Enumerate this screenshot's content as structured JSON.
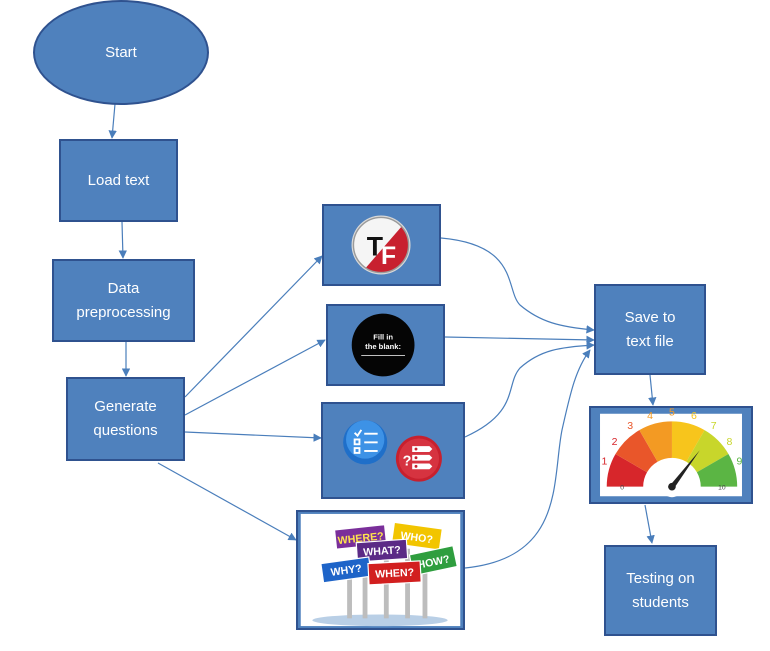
{
  "nodes": {
    "start": "Start",
    "load_text": "Load text",
    "data_preprocessing": "Data preprocessing",
    "generate_questions": "Generate questions",
    "save_to_text_file": "Save to text file",
    "testing_on_students": "Testing on students"
  },
  "icons": {
    "true_false": {
      "name": "true-false-icon",
      "letters": [
        "T",
        "F"
      ]
    },
    "fill_in_blank": {
      "name": "fill-in-the-blank-icon",
      "lines": [
        "Fill in",
        "the blank:"
      ]
    },
    "multiple_choice": {
      "name": "multiple-choice-icon"
    },
    "wh_questions": {
      "name": "question-signs-icon",
      "signs": [
        "WHERE?",
        "WHO?",
        "WHAT?",
        "HOW?",
        "WHY?",
        "WHEN?"
      ]
    },
    "gauge": {
      "name": "score-gauge-icon",
      "ticks": [
        "0",
        "1",
        "2",
        "3",
        "4",
        "5",
        "6",
        "7",
        "8",
        "9",
        "10"
      ]
    }
  },
  "colors": {
    "box_fill": "#4f81bd",
    "box_border": "#2f528f",
    "arrow": "#4a7ebb"
  }
}
